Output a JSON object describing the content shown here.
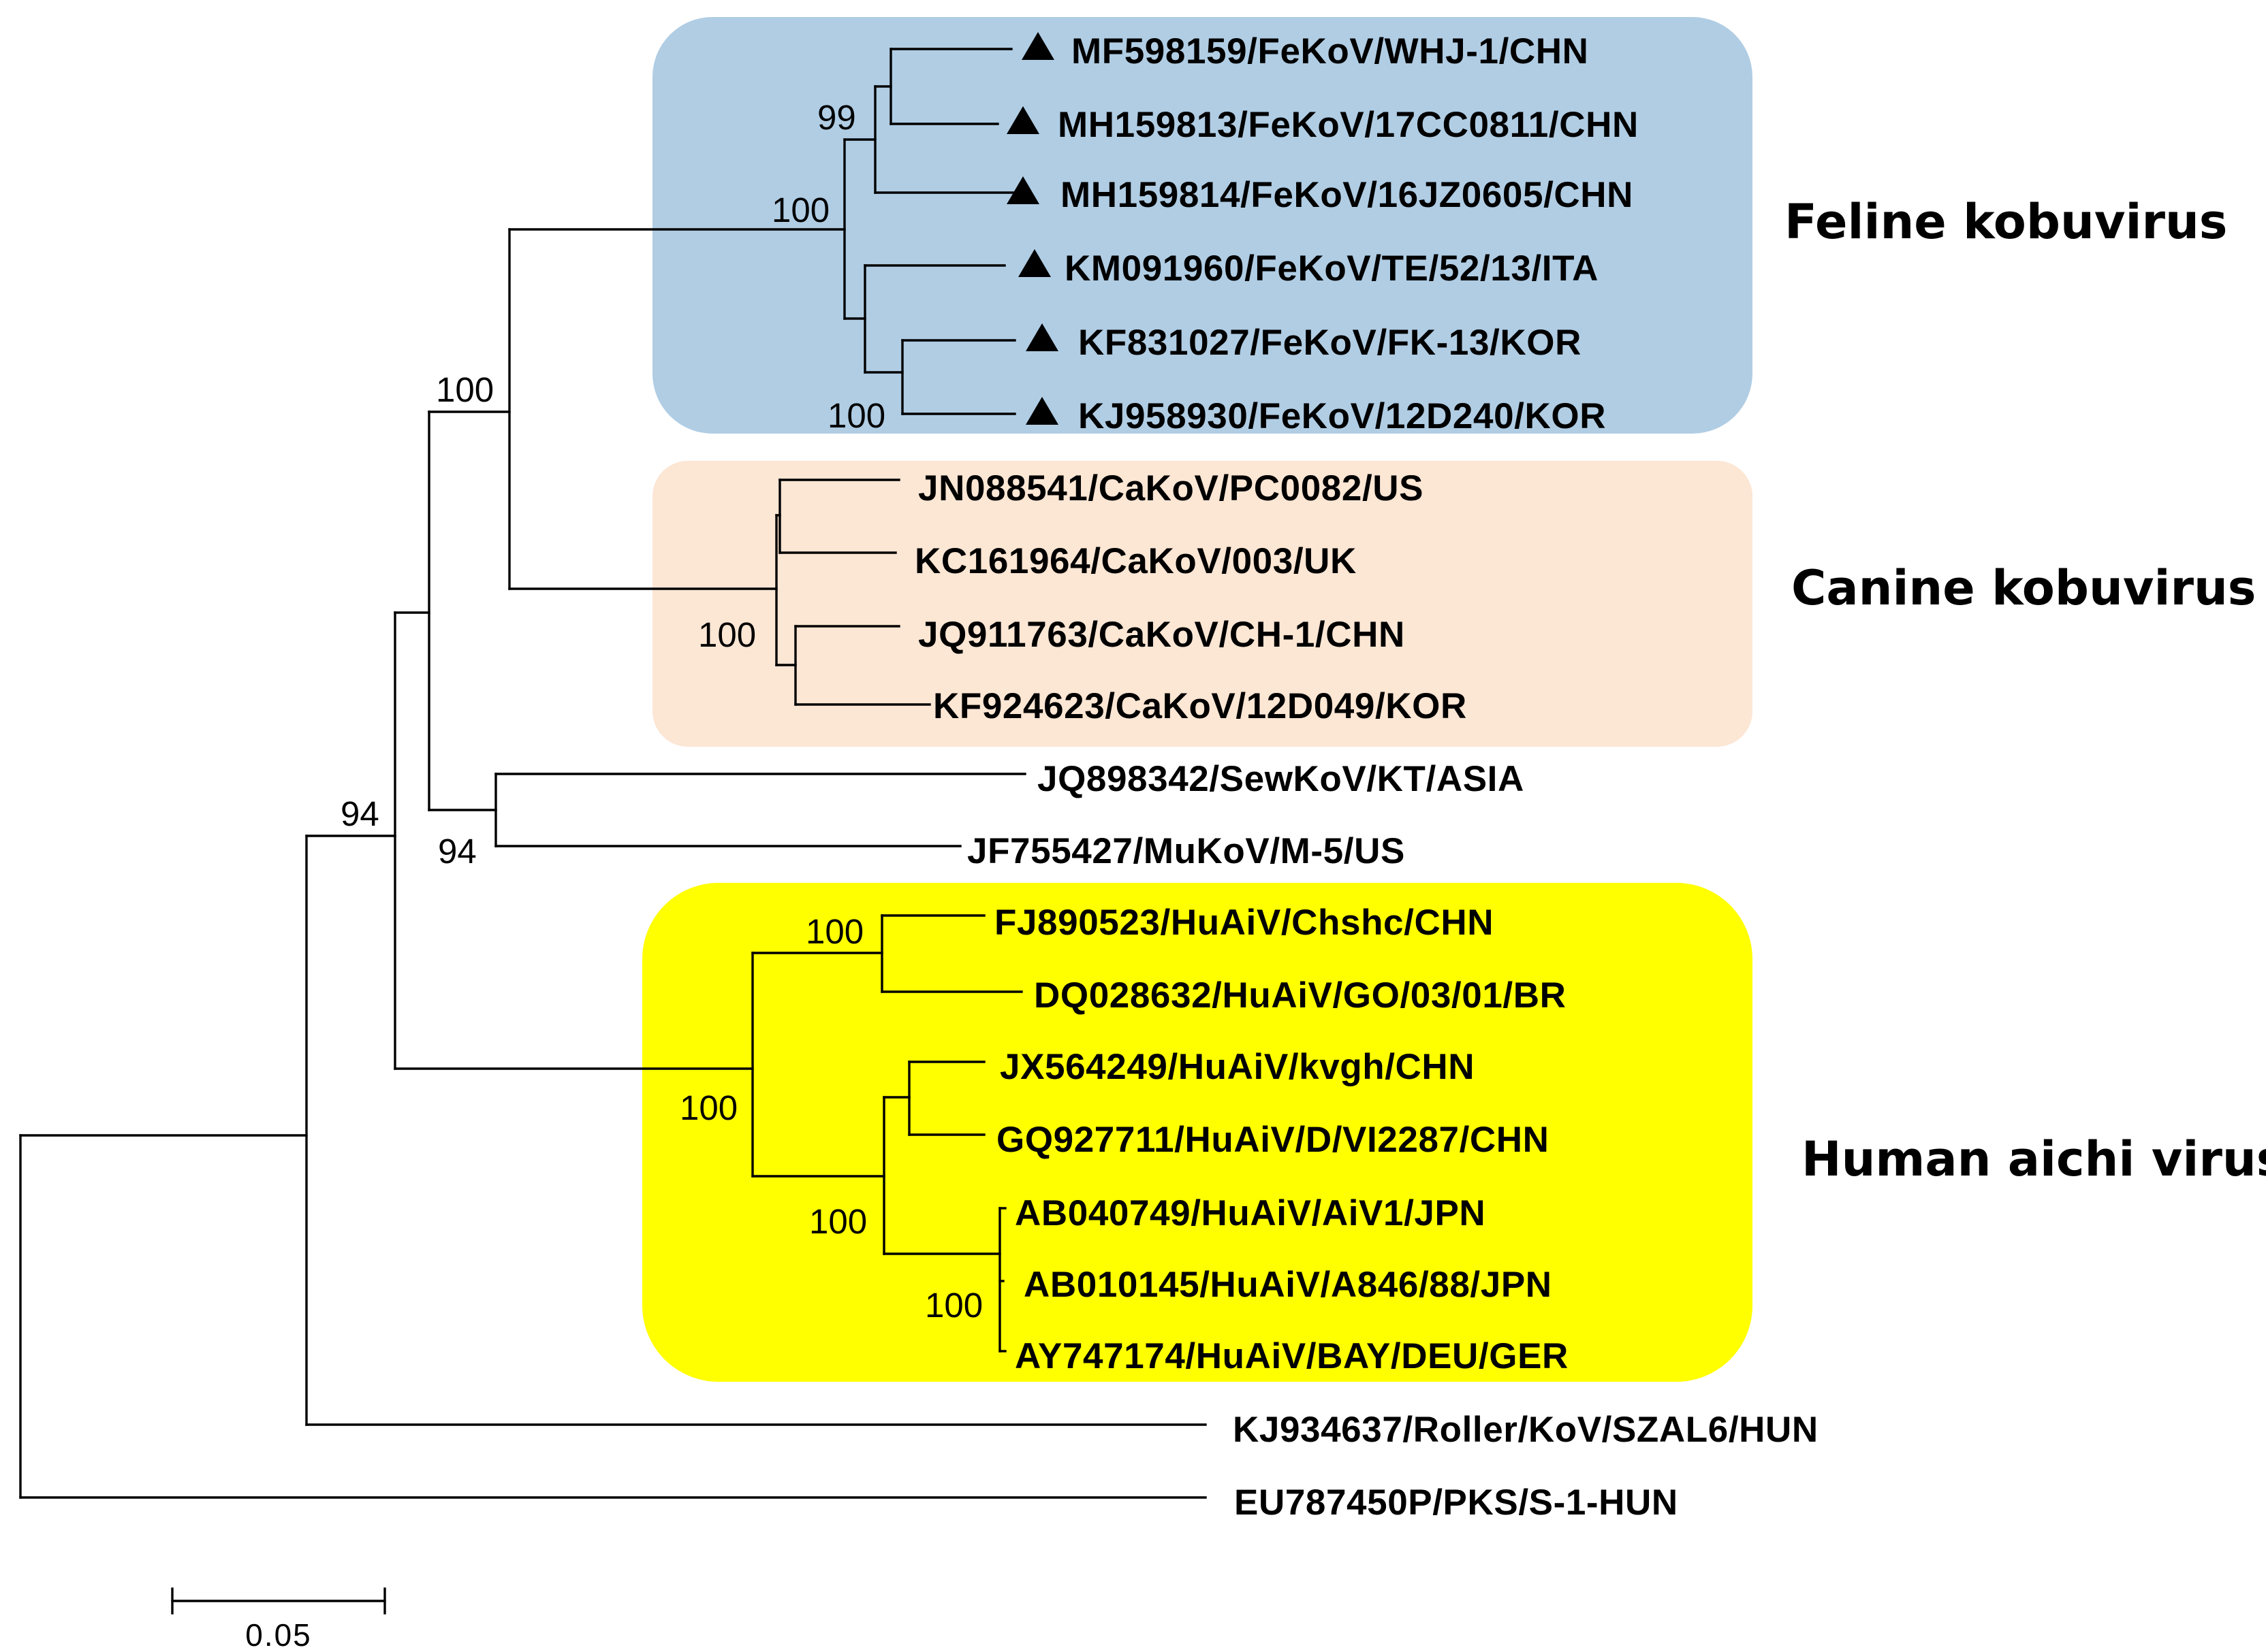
{
  "clade_labels": {
    "feline": "Feline kobuvirus",
    "canine": "Canine kobuvirus",
    "human": "Human aichi virus"
  },
  "clade_colors": {
    "feline": "#b0cde4",
    "canine": "#fce6d4",
    "human": "#ffff00"
  },
  "tips": {
    "t1": "MF598159/FeKoV/WHJ-1/CHN",
    "t2": "MH159813/FeKoV/17CC0811/CHN",
    "t3": "MH159814/FeKoV/16JZ0605/CHN",
    "t4": "KM091960/FeKoV/TE/52/13/ITA",
    "t5": "KF831027/FeKoV/FK-13/KOR",
    "t6": "KJ958930/FeKoV/12D240/KOR",
    "t7": "JN088541/CaKoV/PC0082/US",
    "t8": "KC161964/CaKoV/003/UK",
    "t9": "JQ911763/CaKoV/CH-1/CHN",
    "t10": "KF924623/CaKoV/12D049/KOR",
    "t11": "JQ898342/SewKoV/KT/ASIA",
    "t12": "JF755427/MuKoV/M-5/US",
    "t13": "FJ890523/HuAiV/Chshc/CHN",
    "t14": "DQ028632/HuAiV/GO/03/01/BR",
    "t15": "JX564249/HuAiV/kvgh/CHN",
    "t16": "GQ927711/HuAiV/D/VI2287/CHN",
    "t17": "AB040749/HuAiV/AiV1/JPN",
    "t18": "AB010145/HuAiV/A846/88/JPN",
    "t19": "AY747174/HuAiV/BAY/DEU/GER",
    "t20": "KJ934637/Roller/KoV/SZAL6/HUN",
    "t21": "EU787450P/PKS/S-1-HUN"
  },
  "marker_icon": "filled-triangle-icon",
  "bootstrap": {
    "b_feline_inner": "99",
    "b_feline": "100",
    "b_feline_kor": "100",
    "b_feline_canine": "100",
    "b_canine": "100",
    "b_sew_mu": "94",
    "b_carnivore": "94",
    "b_hu_chn_br": "100",
    "b_human": "100",
    "b_hu_sub": "100",
    "b_hu_jpn": "100"
  },
  "scale_bar": {
    "label": "0.05"
  }
}
